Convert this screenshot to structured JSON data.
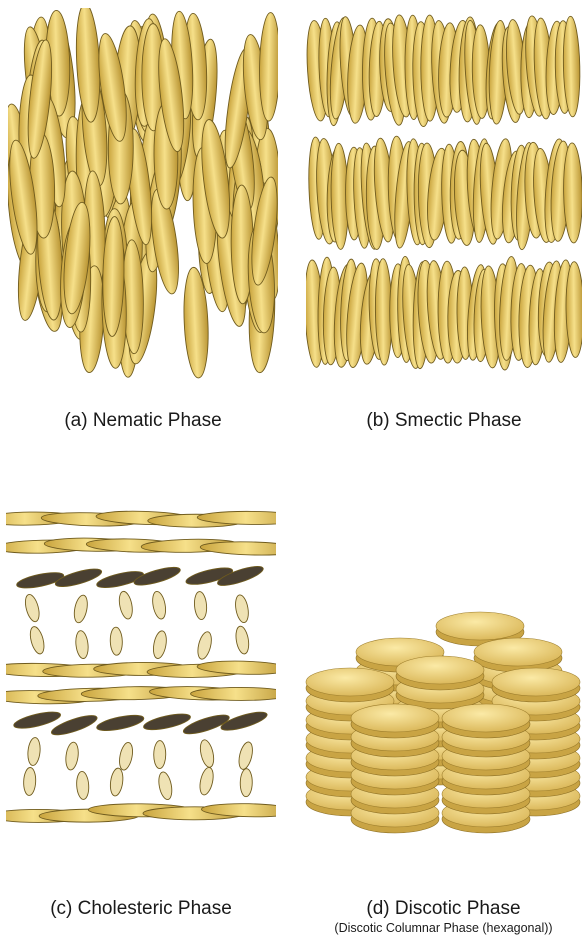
{
  "colors": {
    "rod_fill": "#ecce6a",
    "rod_edge": "#6f5b1e",
    "dark_rod_fill": "#4a4032",
    "pale_rod_fill": "#efe2b4",
    "disc_top": "#efd587",
    "disc_side": "#c9a444",
    "text": "#1a1a1a"
  },
  "panels": [
    {
      "id": "a",
      "caption": "(a) Nematic Phase"
    },
    {
      "id": "b",
      "caption": "(b) Smectic Phase"
    },
    {
      "id": "c",
      "caption": "(c) Cholesteric Phase"
    },
    {
      "id": "d",
      "caption": "(d) Discotic Phase",
      "subcaption": "(Discotic Columnar Phase (hexagonal))"
    }
  ]
}
